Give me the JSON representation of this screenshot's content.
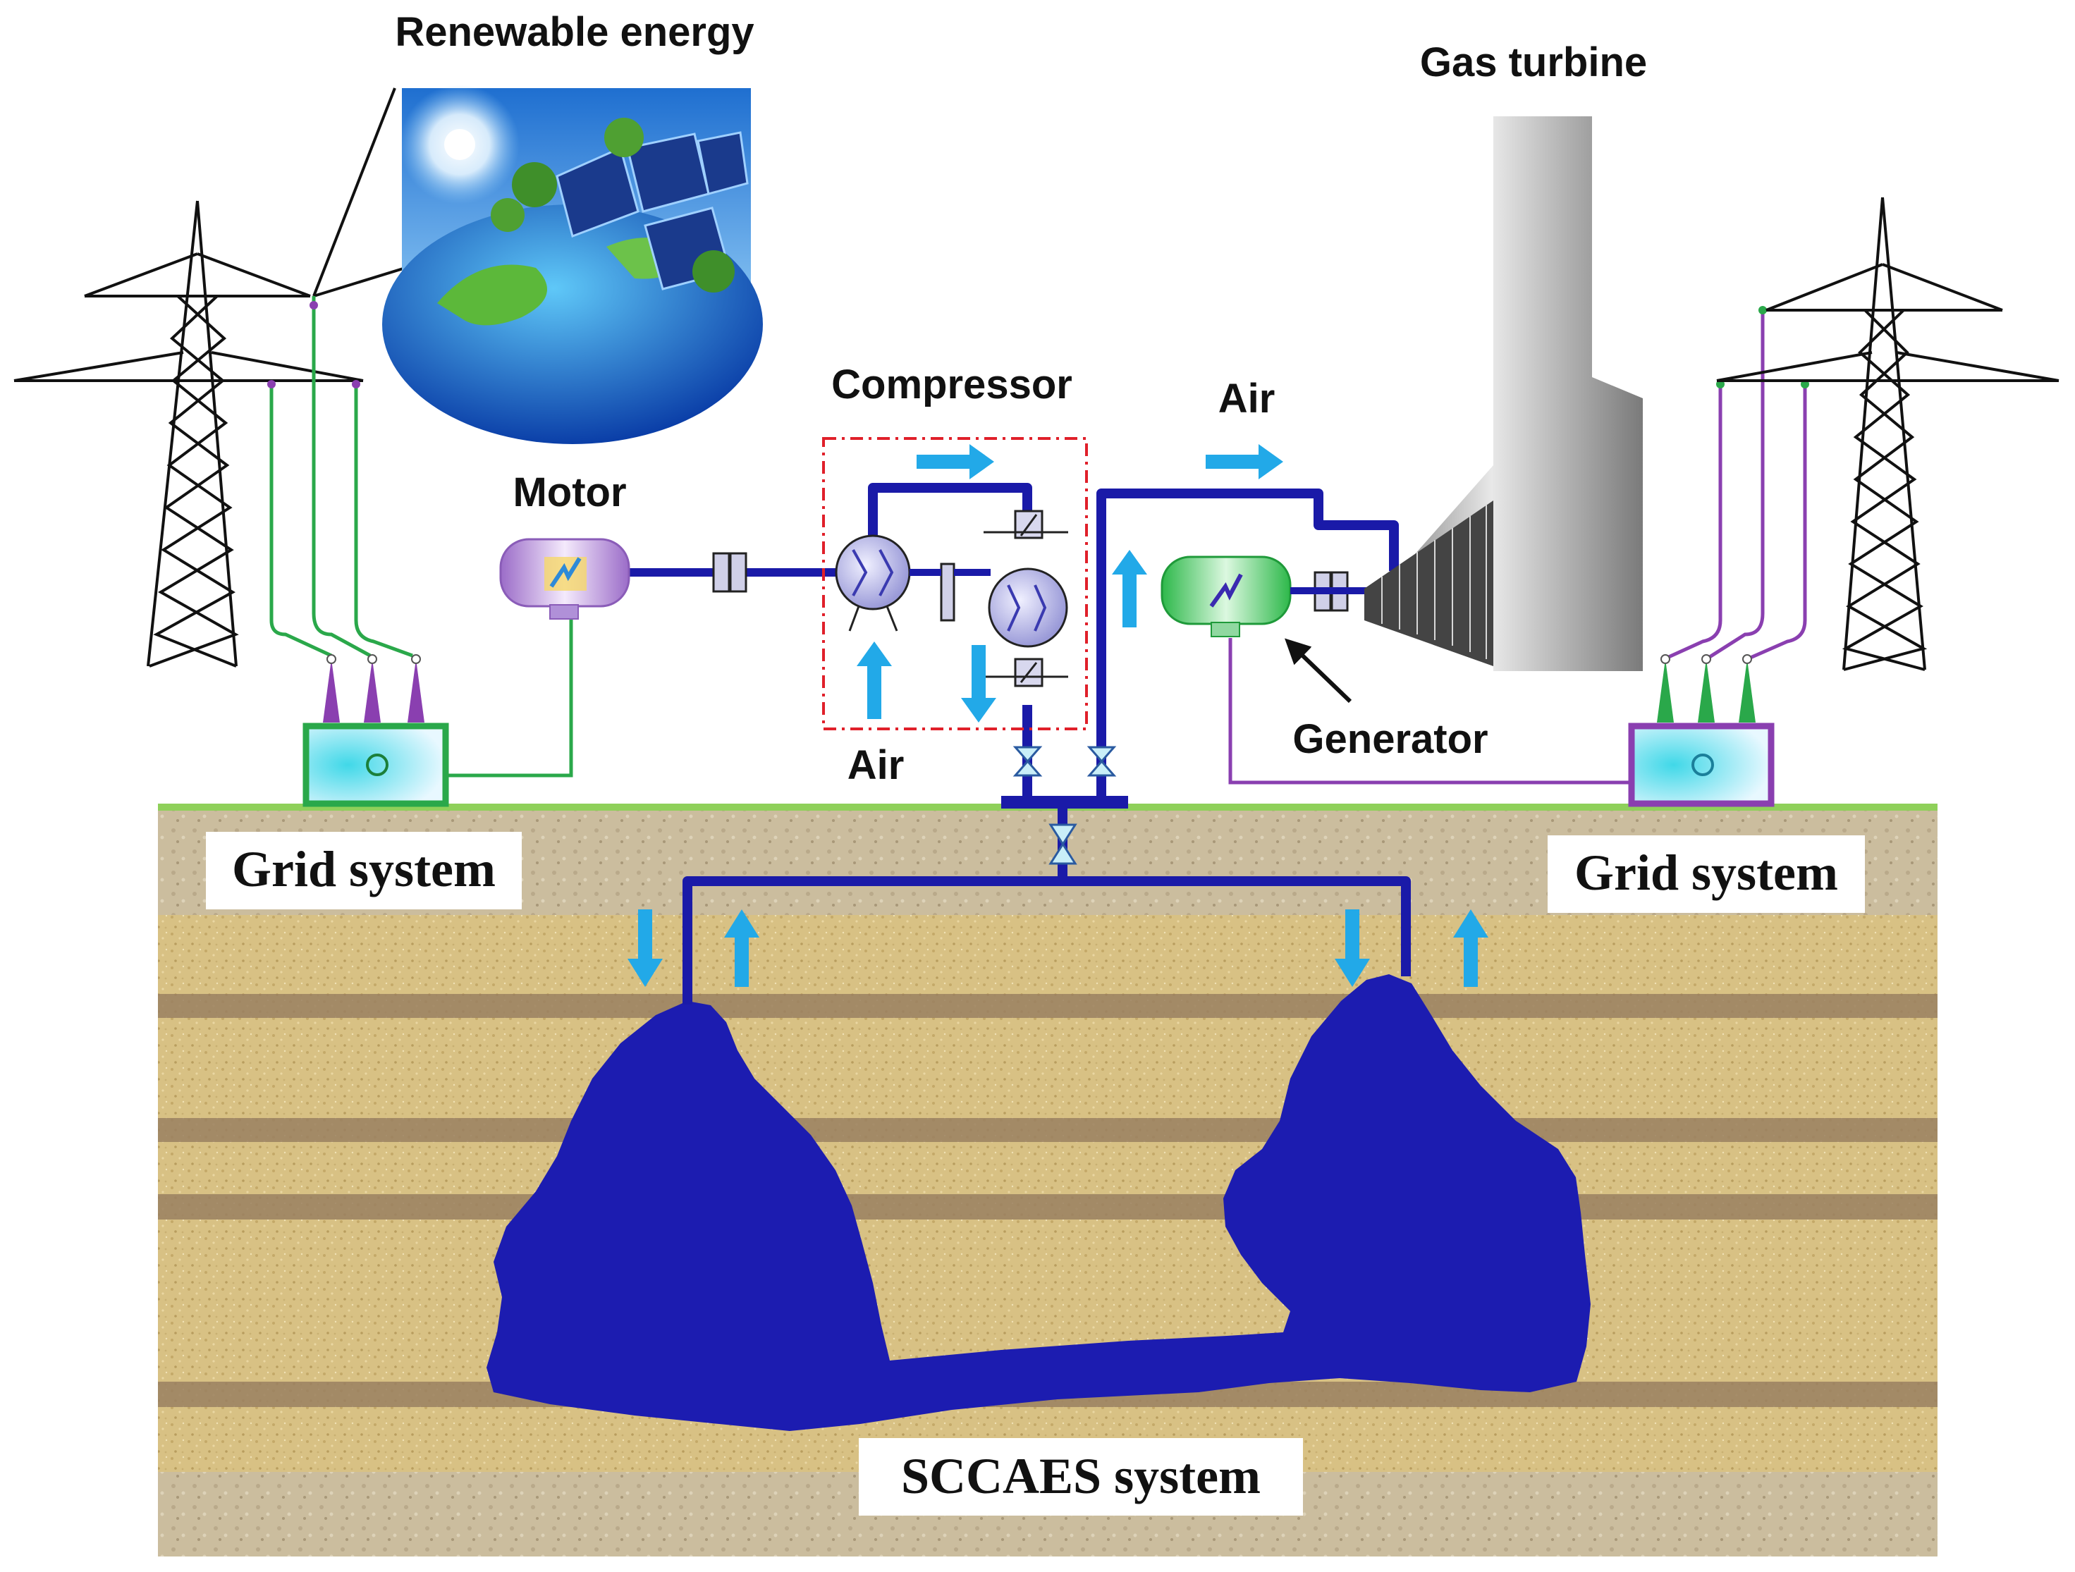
{
  "labels": {
    "renewable": "Renewable energy",
    "gas_turbine": "Gas turbine",
    "compressor": "Compressor",
    "air_top": "Air",
    "motor": "Motor",
    "air_bottom": "Air",
    "generator": "Generator",
    "grid_left": "Grid system",
    "grid_right": "Grid system",
    "sccaes": "SCCAES system"
  },
  "colors": {
    "pipe": "#1a1aa8",
    "cavern": "#1c1cb0",
    "flow_arrow": "#22a9e8",
    "grid_line_left": "#2aa84a",
    "grid_line_right": "#8a3fb0",
    "compressor_box": "#e0202a",
    "ground_top": "#8fd05a",
    "soil": "#d9c083",
    "stratum": "#9a8060"
  },
  "icons": [
    "transmission-tower-icon",
    "transformer-icon",
    "motor-icon",
    "compressor-icon",
    "generator-icon",
    "valve-icon",
    "flow-arrow-icon",
    "solar-earth-image",
    "gas-turbine-icon"
  ]
}
